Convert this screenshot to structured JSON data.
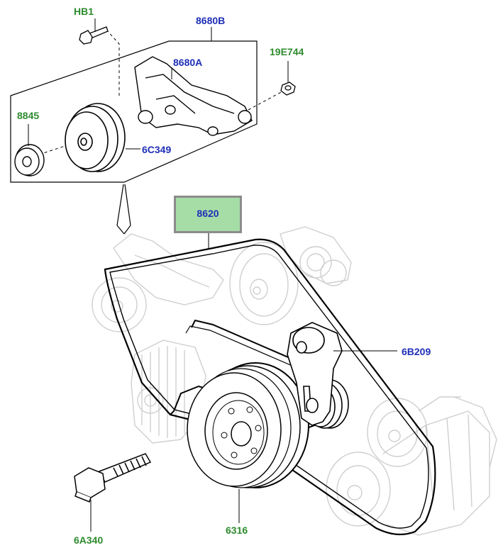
{
  "parts": {
    "hb1": {
      "label": "HB1"
    },
    "p8680b": {
      "label": "8680B"
    },
    "p8680a": {
      "label": "8680A"
    },
    "p19e744": {
      "label": "19E744"
    },
    "p8845": {
      "label": "8845"
    },
    "p6c349": {
      "label": "6C349"
    },
    "p8620": {
      "label": "8620"
    },
    "p6b209": {
      "label": "6B209"
    },
    "p6a340": {
      "label": "6A340"
    },
    "p6316": {
      "label": "6316"
    }
  },
  "colors": {
    "green_label": "#2e8b2e",
    "blue_label": "#1f2fb8",
    "highlight_fill": "#a6dca6",
    "highlight_border": "#8c8c8c"
  }
}
